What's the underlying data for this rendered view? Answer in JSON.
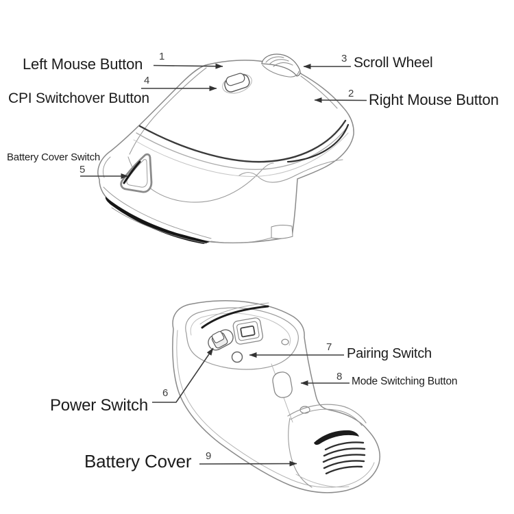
{
  "diagram": {
    "views": [
      {
        "name": "mouse-top-view"
      },
      {
        "name": "mouse-bottom-view"
      }
    ]
  },
  "callouts": [
    {
      "num": "1",
      "label": "Left Mouse Button"
    },
    {
      "num": "2",
      "label": "Right Mouse Button"
    },
    {
      "num": "3",
      "label": "Scroll Wheel"
    },
    {
      "num": "4",
      "label": "CPI Switchover Button"
    },
    {
      "num": "5",
      "label": "Battery Cover Switch"
    },
    {
      "num": "6",
      "label": "Power Switch"
    },
    {
      "num": "7",
      "label": "Pairing Switch"
    },
    {
      "num": "8",
      "label": "Mode Switching Button"
    },
    {
      "num": "9",
      "label": "Battery Cover"
    }
  ],
  "colors": {
    "background": "#ffffff",
    "text": "#1c1c1c",
    "number_text": "#3d3d3d",
    "leader_line": "#3c3c3c",
    "line_light": "#9a9a9a",
    "line_medium": "#777777",
    "line_dark": "#1c1c1c"
  }
}
